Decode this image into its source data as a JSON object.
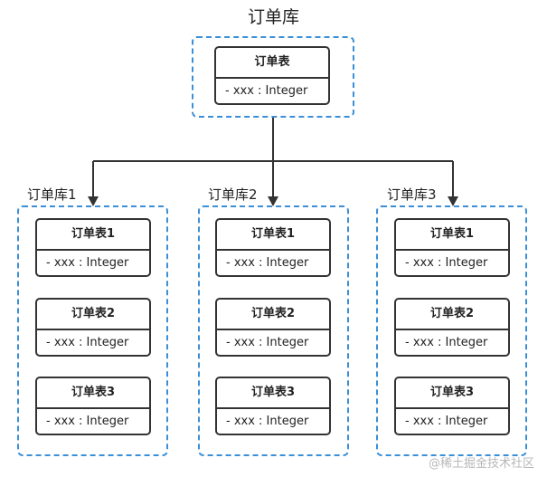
{
  "root": {
    "label": "订单库",
    "table": {
      "name": "订单表",
      "field": "- xxx : Integer"
    }
  },
  "shards": [
    {
      "label": "订单库1",
      "tables": [
        {
          "name": "订单表1",
          "field": "- xxx : Integer"
        },
        {
          "name": "订单表2",
          "field": "- xxx : Integer"
        },
        {
          "name": "订单表3",
          "field": "- xxx : Integer"
        }
      ]
    },
    {
      "label": "订单库2",
      "tables": [
        {
          "name": "订单表1",
          "field": "- xxx : Integer"
        },
        {
          "name": "订单表2",
          "field": "- xxx : Integer"
        },
        {
          "name": "订单表3",
          "field": "- xxx : Integer"
        }
      ]
    },
    {
      "label": "订单库3",
      "tables": [
        {
          "name": "订单表1",
          "field": "- xxx : Integer"
        },
        {
          "name": "订单表2",
          "field": "- xxx : Integer"
        },
        {
          "name": "订单表3",
          "field": "- xxx : Integer"
        }
      ]
    }
  ],
  "watermark": "@稀土掘金技术社区",
  "colors": {
    "group_border": "#3b8fd6",
    "table_border": "#333333",
    "connector": "#333333"
  }
}
